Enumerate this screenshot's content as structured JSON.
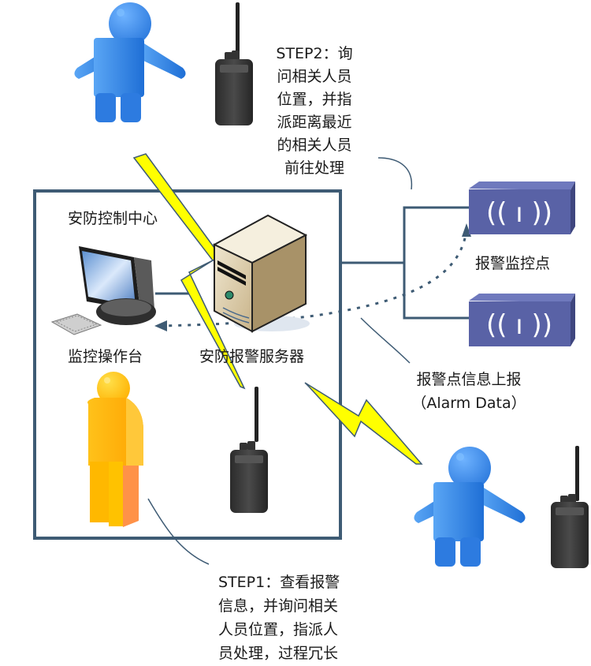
{
  "colors": {
    "frame": "#3e5b74",
    "person_blue": "#3c86e0",
    "person_orange": "#ffb300",
    "lightning": "#ffff00",
    "alarm_box": "#5a63a8"
  },
  "center_title": "安防控制中心",
  "workstation_label": "监控操作台",
  "server_label": "安防报警服务器",
  "alarm_point_label": "报警监控点",
  "alarm_report": {
    "line1": "报警点信息上报",
    "line2": "（Alarm  Data）"
  },
  "step2": {
    "lines": [
      "STEP2：询",
      "问相关人员",
      "位置，并指",
      "派距离最近",
      "的相关人员",
      "前往处理"
    ]
  },
  "step1": {
    "lines": [
      "STEP1：查看报警",
      "信息，并询问相关",
      "人员位置，指派人",
      "员处理，过程冗长"
    ]
  },
  "icons": {
    "person_top": "person-blue-icon",
    "person_bottom_right": "person-blue-icon",
    "operator": "person-orange-icon",
    "radio": "walkie-talkie-icon",
    "monitor": "computer-monitor-icon",
    "server": "server-tower-icon",
    "alarm_device": "wireless-alarm-icon",
    "lightning": "lightning-bolt-icon"
  }
}
